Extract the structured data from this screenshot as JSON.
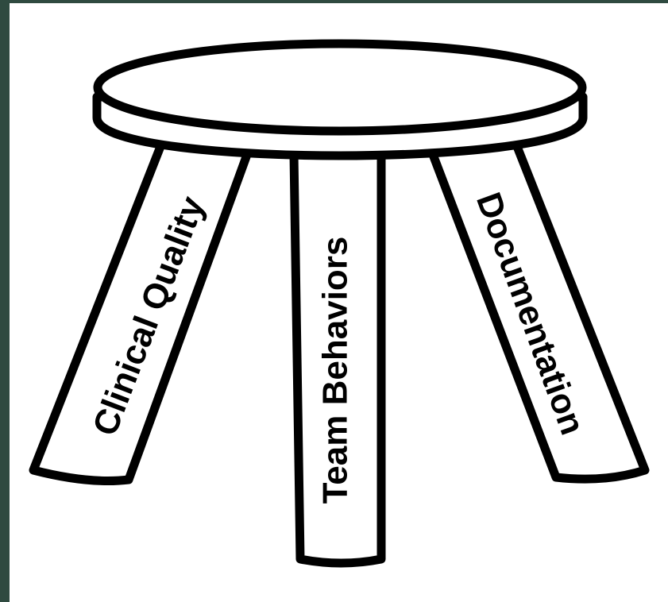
{
  "diagram": {
    "legs": [
      {
        "label": "Clinical Quality"
      },
      {
        "label": "Team Behaviors"
      },
      {
        "label": "Documentation"
      }
    ]
  },
  "colors": {
    "frame": "#2f4a40",
    "background": "#ffffff",
    "stroke": "#000000"
  }
}
